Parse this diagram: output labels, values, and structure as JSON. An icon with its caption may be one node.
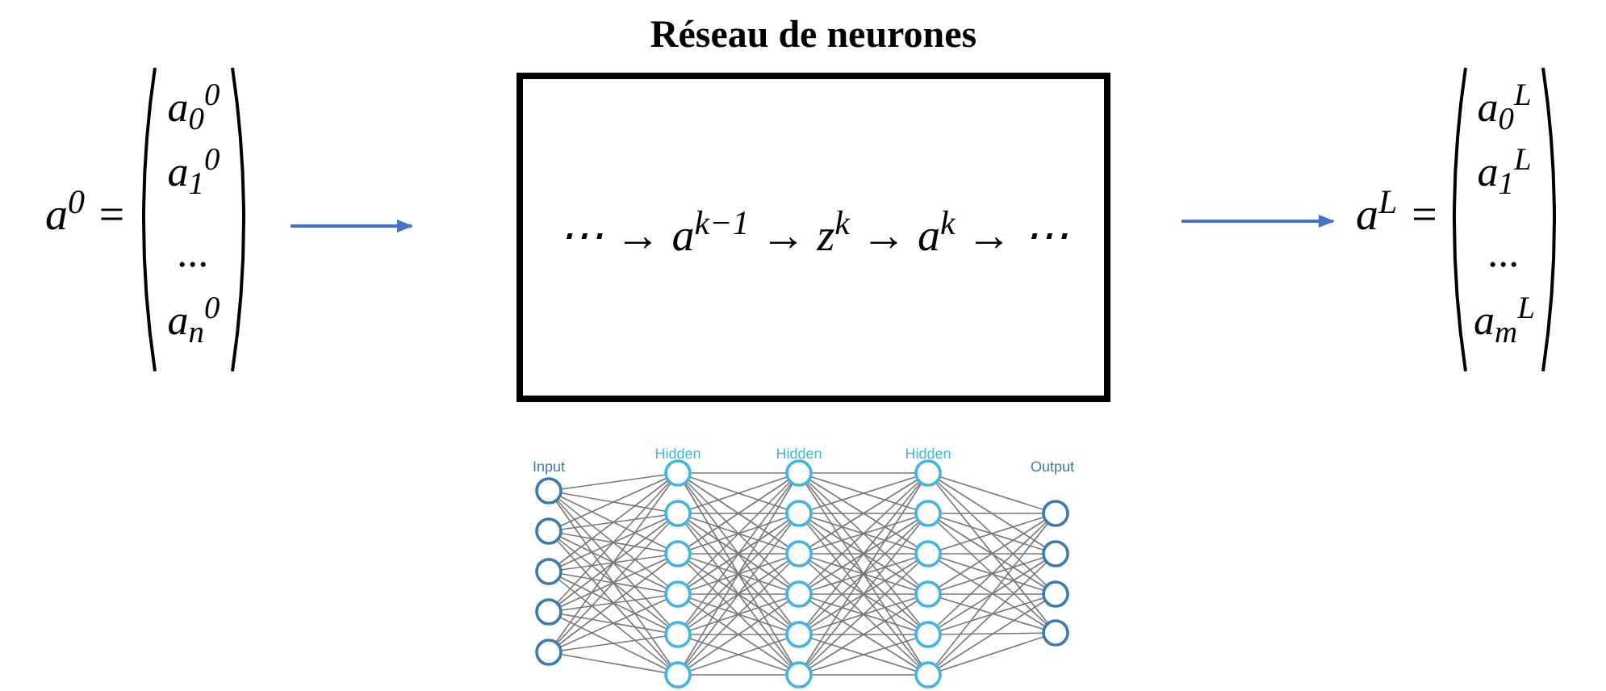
{
  "diagram": {
    "nodes": [
      {
        "text": [
          "a$^{0}$ =",
          "a$_{0}$$^{0}$",
          "a$_{1}$$^{0}$",
          "...",
          "a$_{n}$$^{0}$"
        ]
      },
      {
        "text": [
          "Réseau de neurones",
          "⋯ → a$^{k−1}$ → z$^{k}$ → a$^{k}$ → ⋯"
        ]
      },
      {
        "text": [
          "a$^{L}$ =",
          "a$_{0}$$^{L}$",
          "a$_{1}$$^{L}$",
          "...",
          "a$_{m}$$^{L}$"
        ]
      }
    ],
    "edges": [
      {
        "from": 0,
        "to": 1,
        "arrow": "to"
      },
      {
        "from": 1,
        "to": 2,
        "arrow": "to"
      }
    ],
    "labels": [
      "Input",
      "Hidden",
      "Hidden",
      "Hidden",
      "Output"
    ]
  }
}
